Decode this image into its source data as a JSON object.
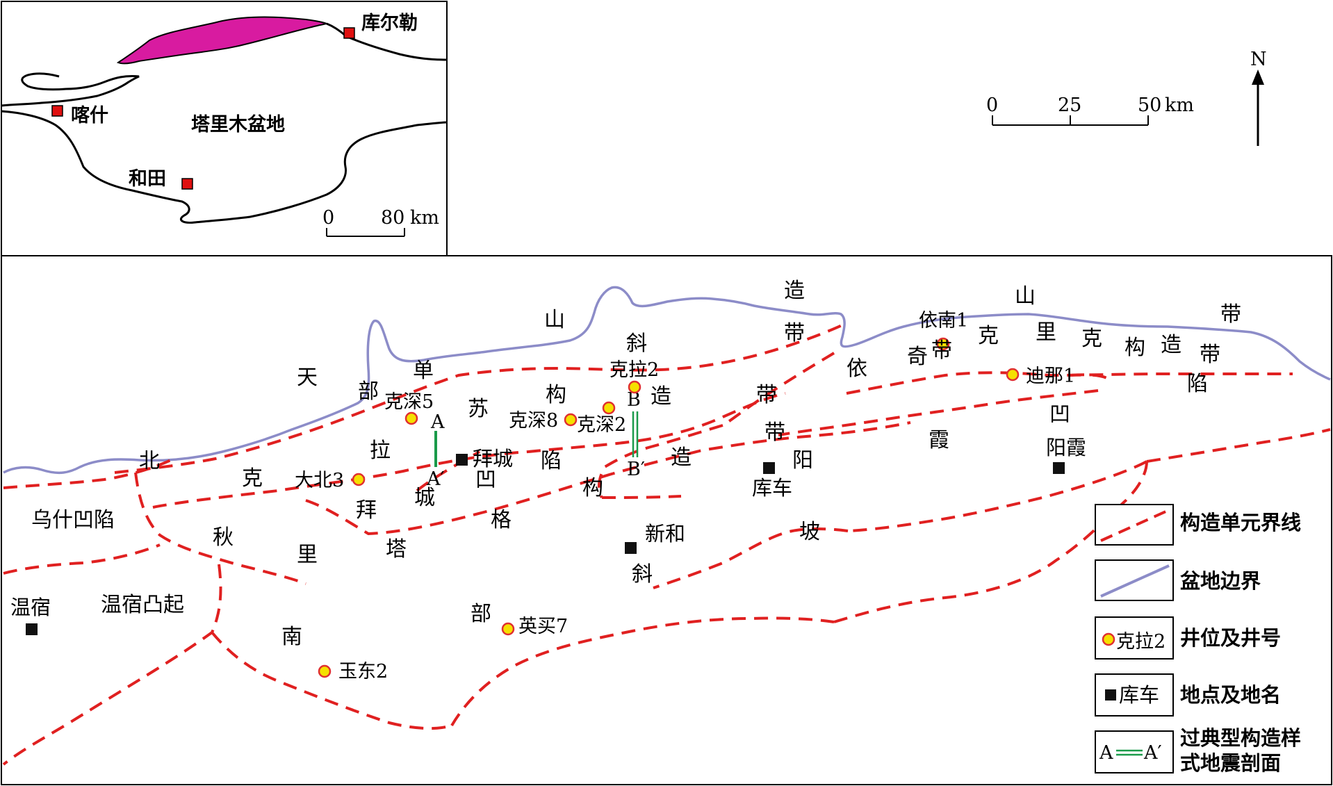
{
  "inset": {
    "places": {
      "korla": "库尔勒",
      "kashgar": "喀什",
      "hotan": "和田"
    },
    "basin_name": "塔里木盆地",
    "scale": {
      "zero": "0",
      "end": "80",
      "unit": "km"
    }
  },
  "main_scale": {
    "zero": "0",
    "mid": "25",
    "end": "50",
    "unit": "km"
  },
  "north_label": "N",
  "regions": {
    "tianshan": [
      "天",
      "山"
    ],
    "north_mono": [
      "北",
      "部",
      "单",
      "斜",
      "带"
    ],
    "kela_zone": [
      "克",
      "拉",
      "苏",
      "构",
      "造",
      "带"
    ],
    "qiulitage_1": [
      "秋",
      "里",
      "塔",
      "格",
      "构",
      "造",
      "带"
    ],
    "baicheng": [
      "拜",
      "城",
      "凹",
      "陷"
    ],
    "yiqike_1": [
      "依",
      "奇",
      "克",
      "里",
      "克",
      "构",
      "造",
      "带"
    ],
    "yangxia": [
      "阳",
      "霞",
      "凹",
      "陷"
    ],
    "south_slope": [
      "南",
      "部",
      "斜",
      "坡"
    ],
    "wushi": "乌什凹陷",
    "wensu": "温宿凸起",
    "shan2": "山",
    "zao_top": "造",
    "dai_top": "带",
    "dai_right": "带"
  },
  "wells": [
    "克拉2",
    "克深5",
    "克深8",
    "克深2",
    "大北3",
    "依南1",
    "迪那1",
    "英买7",
    "玉东2"
  ],
  "towns": [
    "拜城",
    "库车",
    "新和",
    "阳霞",
    "温宿"
  ],
  "sections": {
    "a": "A",
    "a_prime": "A′",
    "b": "B",
    "b_prime": "B′"
  },
  "legend": {
    "fault": "构造单元界线",
    "basin": "盆地边界",
    "well": "井位及井号",
    "well_sample": "克拉2",
    "town": "地点及地名",
    "town_sample": "库车",
    "section_line1": "过典型构造样",
    "section_line2": "式地震剖面",
    "section_a": "A",
    "section_a_prime": "A′"
  },
  "colors": {
    "fault": "#e02020",
    "basin_boundary": "#8c8cc8",
    "well_fill": "#f5e000",
    "well_ring": "#e03030",
    "town": "#111111",
    "inset_town": "#e01010",
    "inset_basin_fill": "#d81ba0",
    "section_line": "#1a9a4a"
  }
}
